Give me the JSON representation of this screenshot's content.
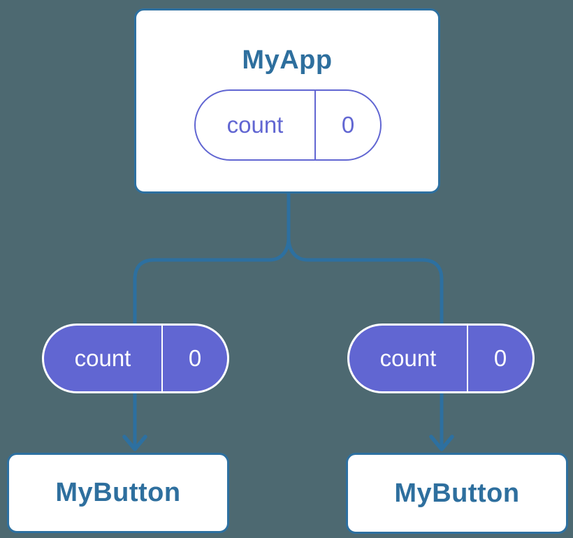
{
  "diagram": {
    "root": {
      "title": "MyApp",
      "state": {
        "name": "count",
        "value": "0"
      }
    },
    "children": [
      {
        "title": "MyButton",
        "prop": {
          "name": "count",
          "value": "0"
        }
      },
      {
        "title": "MyButton",
        "prop": {
          "name": "count",
          "value": "0"
        }
      }
    ]
  },
  "theme": {
    "background": "#4d6971",
    "line_blue": "#2d70a0",
    "text_blue": "#2e6f9e",
    "purple": "#6166d2",
    "node_fill": "#ffffff",
    "pill_text_light": "#ffffff"
  }
}
